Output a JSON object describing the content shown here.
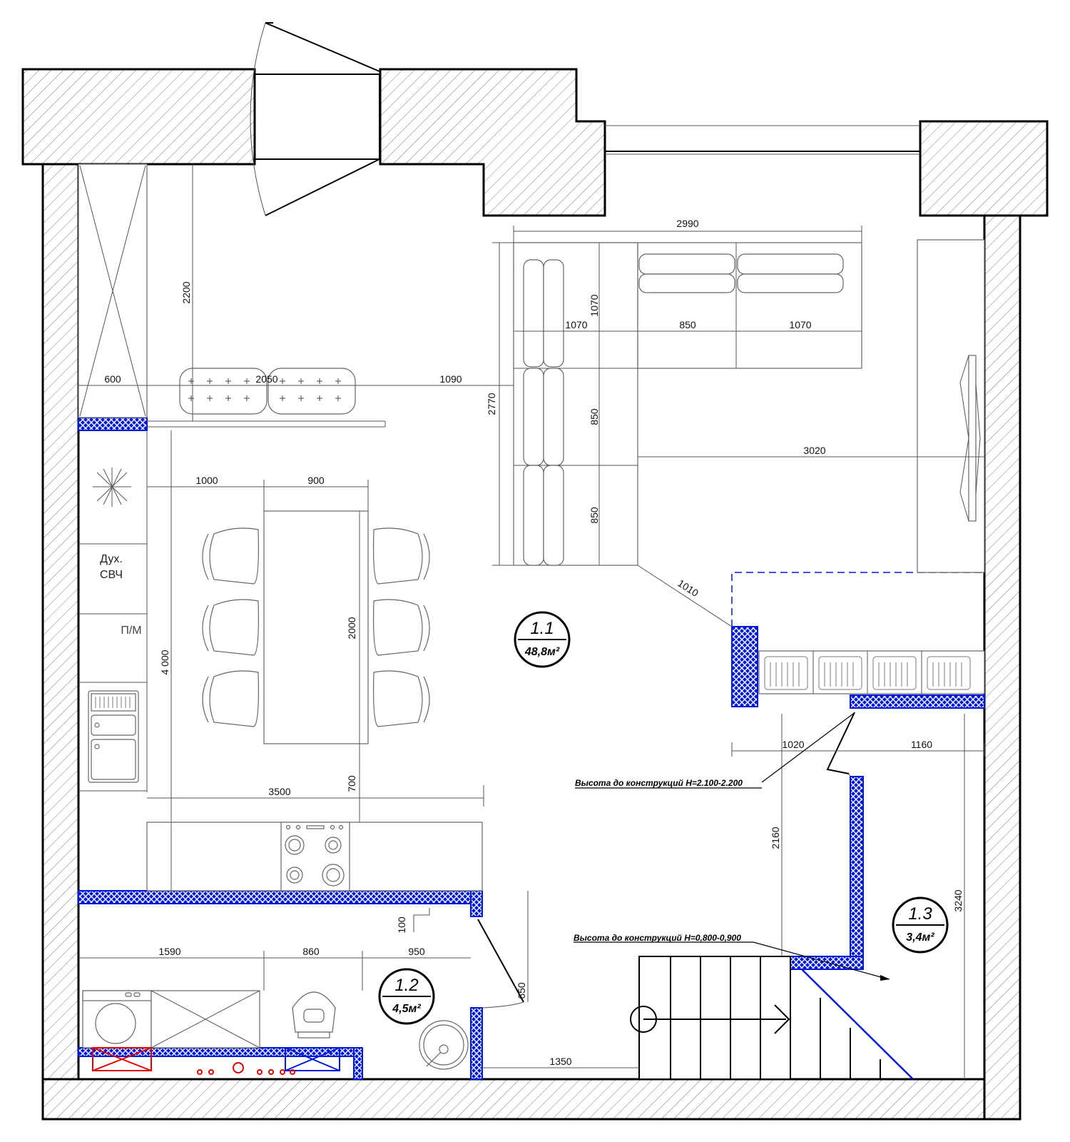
{
  "dimensions": {
    "d2990": "2990",
    "d1070_v": "1070",
    "d1070_a": "1070",
    "d850_a": "850",
    "d1070_b": "1070",
    "d2200": "2200",
    "d600": "600",
    "d2050": "2050",
    "d1090": "1090",
    "d2770": "2770",
    "d850_b": "850",
    "d3020": "3020",
    "d1000": "1000",
    "d900": "900",
    "d850_c": "850",
    "d2000": "2000",
    "d4000": "4 000",
    "d1010": "1010",
    "d1020": "1020",
    "d1160": "1160",
    "d3500": "3500",
    "d700": "700",
    "d2160": "2160",
    "d3240": "3240",
    "d100": "100",
    "d1590": "1590",
    "d860": "860",
    "d950": "950",
    "d650": "650",
    "d1350": "1350"
  },
  "appliances": {
    "oven": "Дух.",
    "microwave": "СВЧ",
    "dishwasher": "П/М"
  },
  "rooms": [
    {
      "number": "1.1",
      "area": "48,8м²"
    },
    {
      "number": "1.2",
      "area": "4,5м²"
    },
    {
      "number": "1.3",
      "area": "3,4м²"
    }
  ],
  "notes": {
    "height_upper": "Высота до конструкций H=2.100-2.200",
    "height_lower": "Высота до конструкций H=0,800-0,900"
  },
  "colors": {
    "partition": "#0018e0",
    "engineering": "#e00000"
  }
}
